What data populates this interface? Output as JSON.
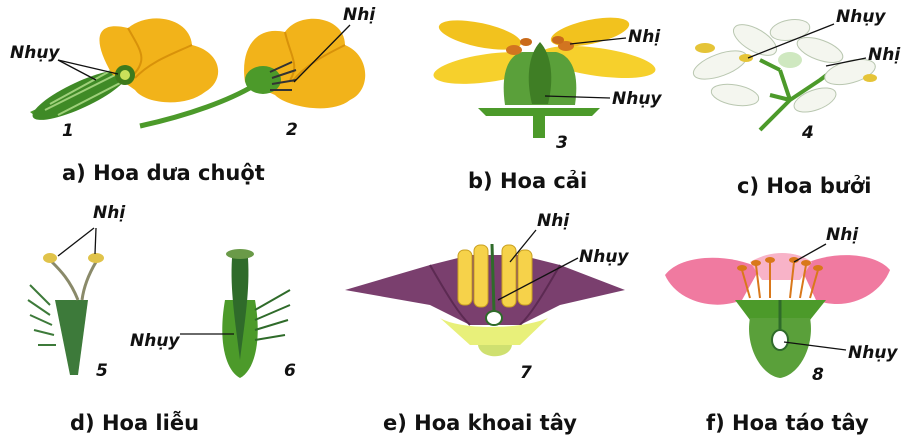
{
  "labels": {
    "stamen": "Nhị",
    "pistil": "Nhụy"
  },
  "figures": [
    {
      "id": "a",
      "caption": "a) Hoa dưa chuột",
      "numbers": [
        "1",
        "2"
      ]
    },
    {
      "id": "b",
      "caption": "b) Hoa cải",
      "numbers": [
        "3"
      ]
    },
    {
      "id": "c",
      "caption": "c) Hoa bưởi",
      "numbers": [
        "4"
      ]
    },
    {
      "id": "d",
      "caption": "d) Hoa liễu",
      "numbers": [
        "5",
        "6"
      ]
    },
    {
      "id": "e",
      "caption": "e) Hoa khoai tây",
      "numbers": [
        "7"
      ]
    },
    {
      "id": "f",
      "caption": "f) Hoa táo tây",
      "numbers": [
        "8"
      ]
    }
  ],
  "colors": {
    "yellow_petal": "#f2b31a",
    "green": "#4c9a2a",
    "dark_green": "#2f6b2a",
    "white_petal": "#f4f6ef",
    "purple_petal": "#7a3f6e",
    "pink_petal": "#f07aa0",
    "anther_orange": "#d9781a"
  }
}
